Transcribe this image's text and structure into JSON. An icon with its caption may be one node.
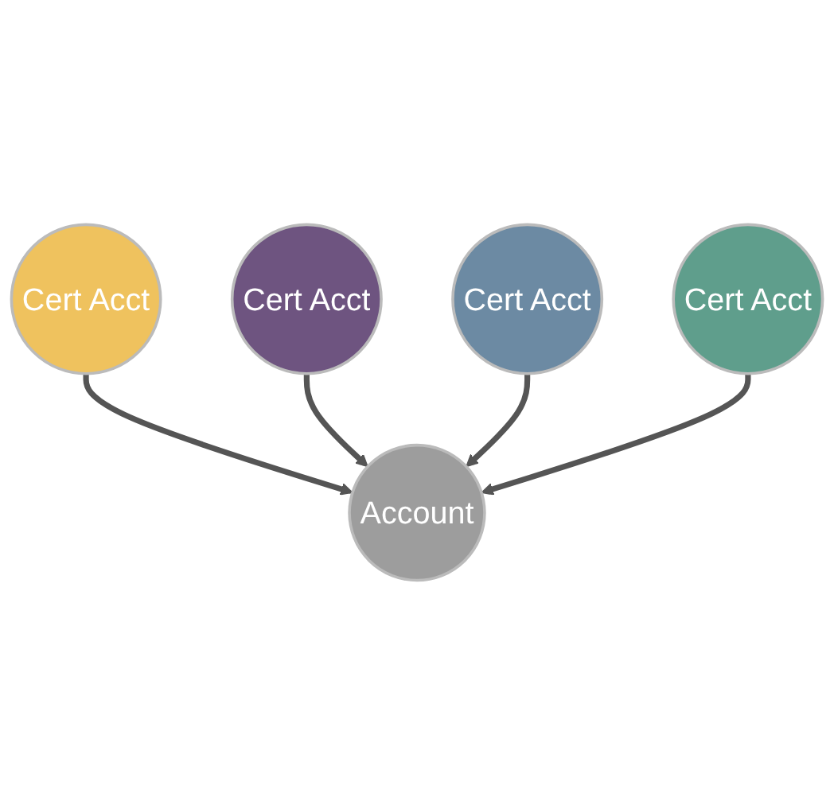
{
  "diagram": {
    "nodes": [
      {
        "text": [
          "Cert Acct"
        ]
      },
      {
        "text": [
          "Cert Acct"
        ]
      },
      {
        "text": [
          "Account"
        ]
      },
      {
        "text": [
          "Cert Acct"
        ]
      },
      {
        "text": [
          "Cert Acct"
        ]
      }
    ],
    "edges": [
      {
        "from": 0,
        "to": 2,
        "arrow": "to"
      },
      {
        "from": 1,
        "to": 2,
        "arrow": "to"
      },
      {
        "from": 3,
        "to": 2,
        "arrow": "to"
      },
      {
        "from": 4,
        "to": 2,
        "arrow": "to"
      }
    ]
  }
}
